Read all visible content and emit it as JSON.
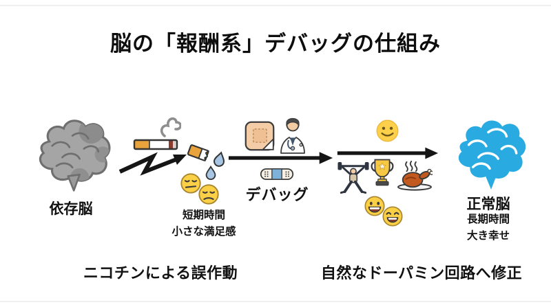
{
  "slide": {
    "title": "脳の「報酬系」デバッグの仕組み"
  },
  "addicted": {
    "brain_label": "依存脳",
    "result_line1": "短期時間",
    "result_line2": "小さな満足感",
    "caption": "ニコチンによる誤作動"
  },
  "debug": {
    "label": "デバッグ"
  },
  "healthy": {
    "brain_label": "正常脳",
    "result_line1": "長期時間",
    "result_line2": "大き幸せ",
    "caption": "自然なドーパミン回路へ修正"
  },
  "icons": {
    "addicted_brain": "gray-brain",
    "cigarette": "lit-cigarette",
    "glitch_arrow": "zigzag-arrow",
    "broken_cigarette": "broken-cigarette",
    "tears": "water-drops",
    "sad_emoji_1": "unamused-face",
    "sad_emoji_2": "frowning-face",
    "nicotine_patch": "nicotine-patch",
    "doctor": "doctor",
    "flow_arrow_1": "right-arrow",
    "bandage": "adhesive-bandage",
    "smiley": "smiling-face",
    "flow_arrow_2": "right-arrow",
    "reward_1": "weightlifter",
    "reward_2": "trophy",
    "reward_3": "roast-turkey",
    "happy_emoji_1": "grinning-face",
    "happy_emoji_2": "smiling-face-closed-eyes",
    "healthy_brain": "blue-brain"
  },
  "colors": {
    "background": "#ffffff",
    "text": "#111111",
    "addicted_brain_fill": "#A5A5A5",
    "addicted_brain_stroke": "#6F6F6F",
    "healthy_brain_fill": "#29ABE2",
    "emoji_yellow": "#FBD046",
    "tear_blue": "#A6C6E3",
    "patch_skin": "#F4CCA5",
    "bandage_blue": "#7FB2D9",
    "trophy_gold": "#F7C843",
    "turkey_brown": "#C25A20",
    "arrow_black": "#151515"
  }
}
